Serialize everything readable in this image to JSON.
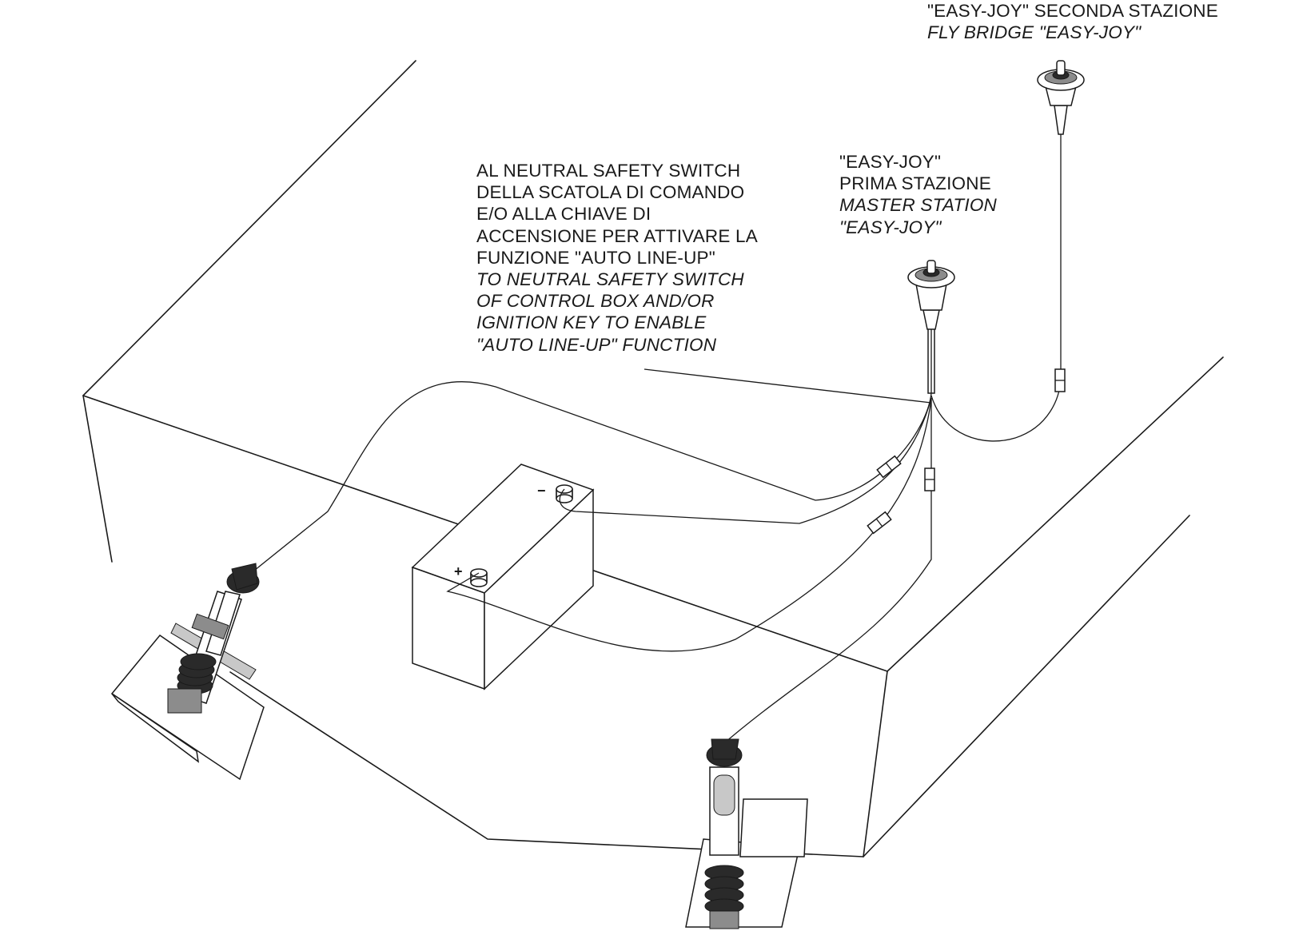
{
  "labels": {
    "flybridge": {
      "line1": "\"EASY-JOY\" SECONDA STAZIONE",
      "line2": "FLY BRIDGE \"EASY-JOY\""
    },
    "master": {
      "line1": "\"EASY-JOY\"",
      "line2": "PRIMA STAZIONE",
      "line3": "MASTER STATION",
      "line4": "\"EASY-JOY\""
    },
    "neutral": {
      "line1": "AL NEUTRAL SAFETY SWITCH",
      "line2": "DELLA SCATOLA DI COMANDO",
      "line3": "E/O ALLA CHIAVE DI",
      "line4": "ACCENSIONE PER ATTIVARE LA",
      "line5": "FUNZIONE \"AUTO LINE-UP\"",
      "line6": "TO NEUTRAL SAFETY SWITCH",
      "line7": "OF CONTROL BOX AND/OR",
      "line8": "IGNITION KEY TO ENABLE",
      "line9": "\"AUTO LINE-UP\" FUNCTION"
    }
  },
  "battery": {
    "negative_symbol": "−",
    "positive_symbol": "+"
  }
}
